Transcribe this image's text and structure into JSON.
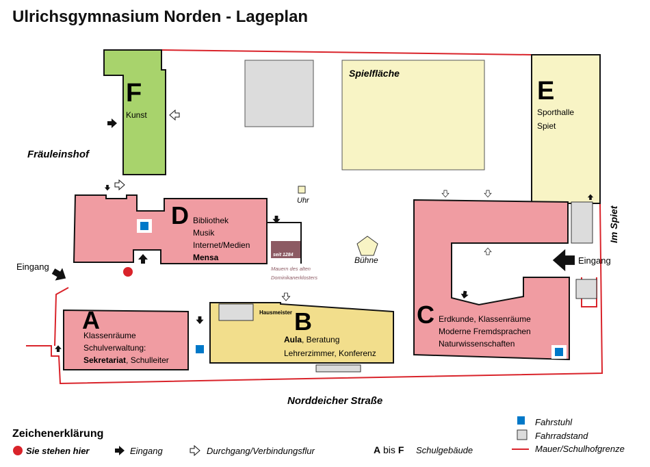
{
  "title": "Ulrichsgymnasium Norden  -  Lageplan",
  "colors": {
    "pink": "#f09ca2",
    "green": "#a8d36c",
    "lightyellow": "#f8f4c5",
    "yellow": "#f2de8c",
    "gray": "#dcdcdc",
    "red": "#d9232a",
    "blue": "#0078c8",
    "maroon": "#8c5a63"
  },
  "areas": {
    "spielflaeche": "Spielfläche",
    "fraeuleinshof": "Fräuleinshof",
    "uhr": "Uhr",
    "buehne": "Bühne",
    "im_spiet": "Im Spiet",
    "strasse": "Norddeicher Straße",
    "eingang_left": "Eingang",
    "eingang_right": "Eingang",
    "seit": "seit 1284",
    "mauern1": "Mauern des alten",
    "mauern2": "Dominikanerklosters",
    "hausmeister": "Hausmeister"
  },
  "buildings": {
    "F": {
      "letter": "F",
      "l1": "Kunst"
    },
    "E": {
      "letter": "E",
      "l1": "Sporthalle",
      "l2": "Spiet"
    },
    "D": {
      "letter": "D",
      "l1": "Bibliothek",
      "l2": "Musik",
      "l3": "Internet/Medien",
      "l4": "Mensa"
    },
    "A": {
      "letter": "A",
      "l1": "Klassenräume",
      "l2": "Schulverwaltung:",
      "l3a": "Sekretariat",
      "l3b": ", Schulleiter"
    },
    "B": {
      "letter": "B",
      "l1a": "Aula",
      "l1b": ", Beratung",
      "l2": "Lehrerzimmer, Konferenz"
    },
    "C": {
      "letter": "C",
      "l1": "Erdkunde, Klassenräume",
      "l2": "Moderne Fremdsprachen",
      "l3": "Naturwissenschaften"
    }
  },
  "legend": {
    "title": "Zeichenerklärung",
    "here": "Sie stehen hier",
    "entrance": "Eingang",
    "passage": "Durchgang/Verbindungsflur",
    "a": "A",
    "bis": " bis ",
    "f": "F",
    "buildings": "Schulgebäude",
    "elevator": "Fahrstuhl",
    "bike": "Fahrradstand",
    "wall": "Mauer/Schulhofgrenze"
  }
}
